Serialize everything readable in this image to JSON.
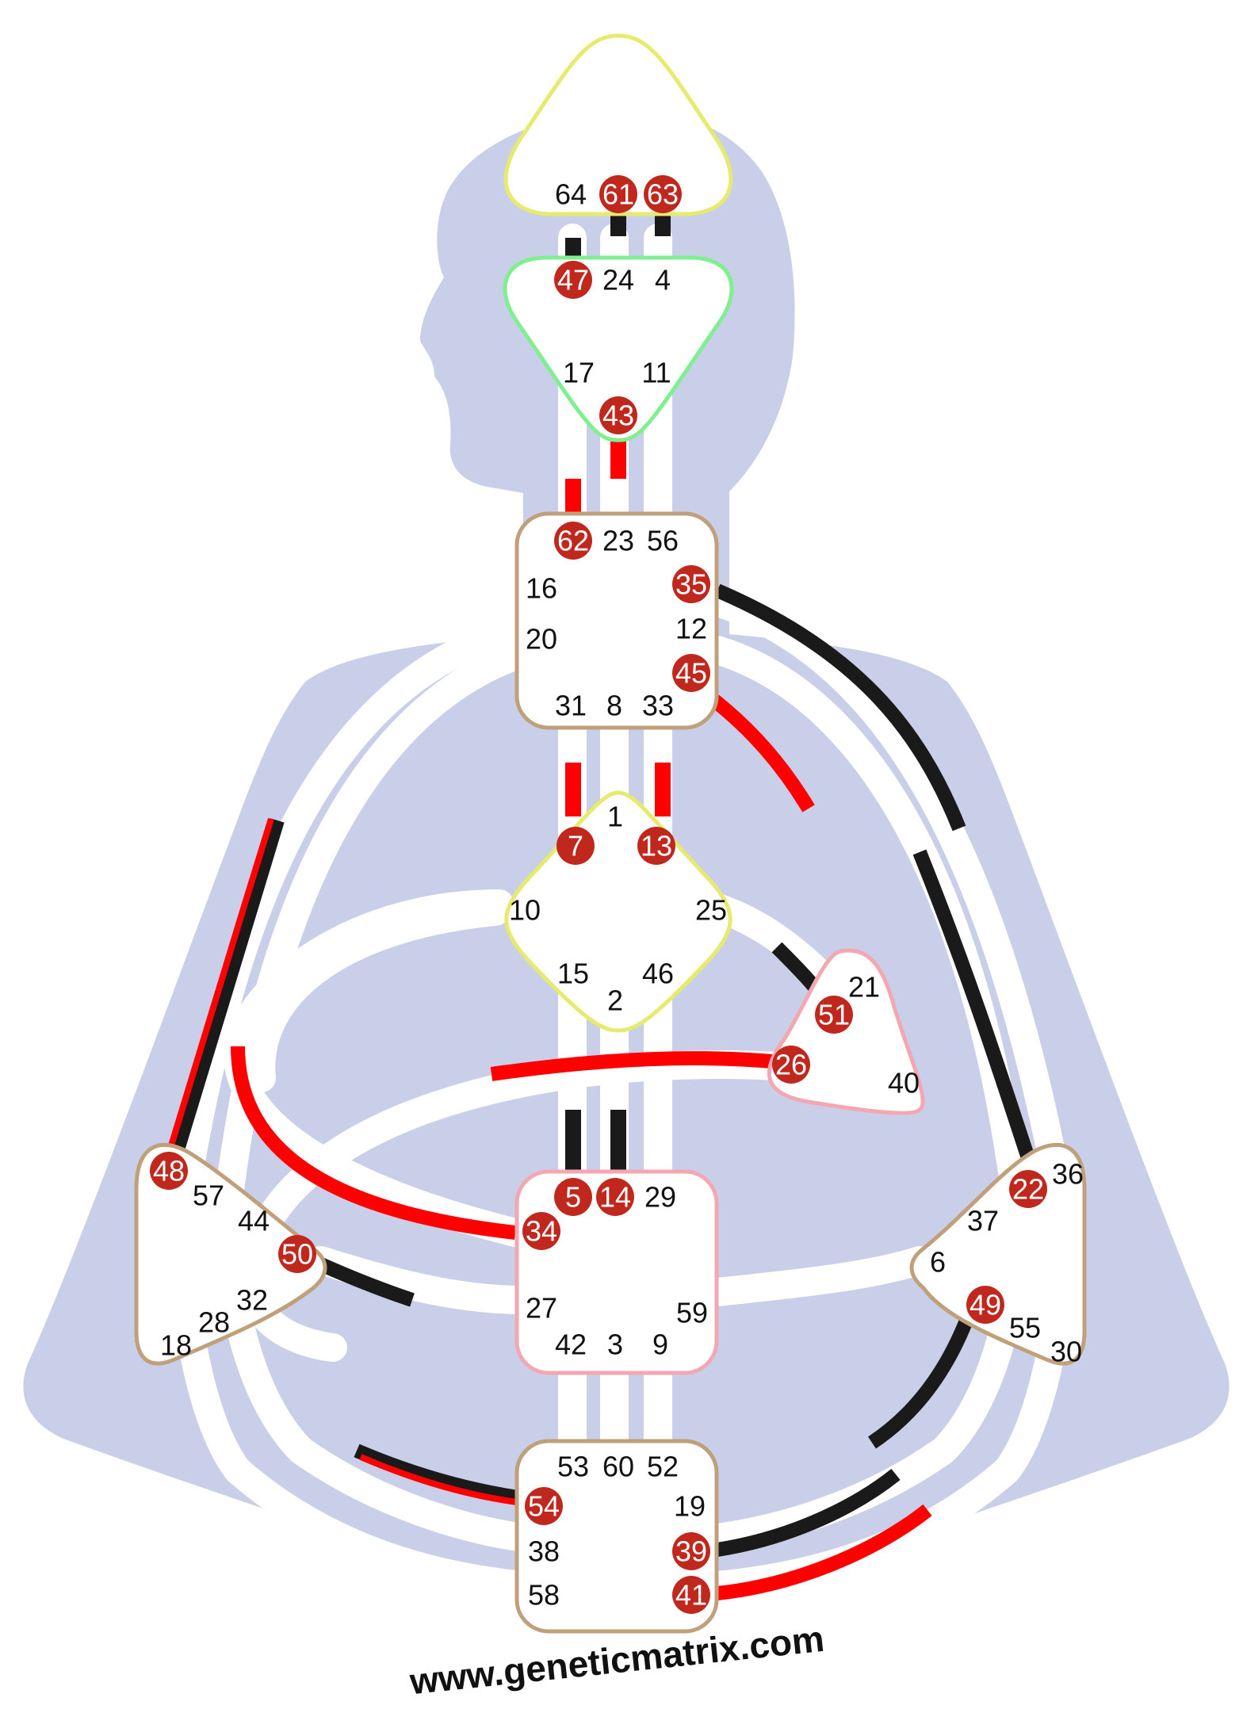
{
  "colors": {
    "background": "#ffffff",
    "body_silhouette": "#c9cfe9",
    "channel_track": "#ffffff",
    "activation_personality": "#1a1a1a",
    "activation_design": "#ff0000",
    "gate_circle": "#c0281e",
    "head_border": "#e6eb6e",
    "ajna_border": "#7fef8f",
    "throat_border": "#c0a07a",
    "g_border": "#e6eb6e",
    "heart_border": "#f4a7b1",
    "sacral_border": "#f4a7b1",
    "spleen_border": "#c0a07a",
    "solar_plexus_border": "#c0a07a",
    "root_border": "#c0a07a"
  },
  "centers": [
    {
      "id": "head",
      "shape": "triangle-up",
      "gates": [
        {
          "num": "64",
          "active": false
        },
        {
          "num": "61",
          "active": true
        },
        {
          "num": "63",
          "active": true
        }
      ]
    },
    {
      "id": "ajna",
      "shape": "triangle-down",
      "gates": [
        {
          "num": "47",
          "active": true
        },
        {
          "num": "24",
          "active": false
        },
        {
          "num": "4",
          "active": false
        },
        {
          "num": "17",
          "active": false
        },
        {
          "num": "11",
          "active": false
        },
        {
          "num": "43",
          "active": true
        }
      ]
    },
    {
      "id": "throat",
      "shape": "square",
      "gates": [
        {
          "num": "62",
          "active": true
        },
        {
          "num": "23",
          "active": false
        },
        {
          "num": "56",
          "active": false
        },
        {
          "num": "16",
          "active": false
        },
        {
          "num": "35",
          "active": true
        },
        {
          "num": "20",
          "active": false
        },
        {
          "num": "12",
          "active": false
        },
        {
          "num": "45",
          "active": true
        },
        {
          "num": "31",
          "active": false
        },
        {
          "num": "8",
          "active": false
        },
        {
          "num": "33",
          "active": false
        }
      ]
    },
    {
      "id": "g",
      "shape": "diamond",
      "gates": [
        {
          "num": "1",
          "active": false
        },
        {
          "num": "7",
          "active": true
        },
        {
          "num": "13",
          "active": true
        },
        {
          "num": "10",
          "active": false
        },
        {
          "num": "25",
          "active": false
        },
        {
          "num": "15",
          "active": false
        },
        {
          "num": "46",
          "active": false
        },
        {
          "num": "2",
          "active": false
        }
      ]
    },
    {
      "id": "heart",
      "shape": "triangle",
      "gates": [
        {
          "num": "21",
          "active": false
        },
        {
          "num": "51",
          "active": true
        },
        {
          "num": "26",
          "active": true
        },
        {
          "num": "40",
          "active": false
        }
      ]
    },
    {
      "id": "sacral",
      "shape": "square",
      "gates": [
        {
          "num": "5",
          "active": true
        },
        {
          "num": "14",
          "active": true
        },
        {
          "num": "29",
          "active": false
        },
        {
          "num": "34",
          "active": true
        },
        {
          "num": "27",
          "active": false
        },
        {
          "num": "59",
          "active": false
        },
        {
          "num": "42",
          "active": false
        },
        {
          "num": "3",
          "active": false
        },
        {
          "num": "9",
          "active": false
        }
      ]
    },
    {
      "id": "spleen",
      "shape": "triangle",
      "gates": [
        {
          "num": "48",
          "active": true
        },
        {
          "num": "57",
          "active": false
        },
        {
          "num": "44",
          "active": false
        },
        {
          "num": "50",
          "active": true
        },
        {
          "num": "32",
          "active": false
        },
        {
          "num": "28",
          "active": false
        },
        {
          "num": "18",
          "active": false
        }
      ]
    },
    {
      "id": "solar-plexus",
      "shape": "triangle",
      "gates": [
        {
          "num": "36",
          "active": false
        },
        {
          "num": "22",
          "active": true
        },
        {
          "num": "37",
          "active": false
        },
        {
          "num": "6",
          "active": false
        },
        {
          "num": "49",
          "active": true
        },
        {
          "num": "55",
          "active": false
        },
        {
          "num": "30",
          "active": false
        }
      ]
    },
    {
      "id": "root",
      "shape": "square",
      "gates": [
        {
          "num": "53",
          "active": false
        },
        {
          "num": "60",
          "active": false
        },
        {
          "num": "52",
          "active": false
        },
        {
          "num": "54",
          "active": true
        },
        {
          "num": "19",
          "active": false
        },
        {
          "num": "38",
          "active": false
        },
        {
          "num": "39",
          "active": true
        },
        {
          "num": "58",
          "active": false
        },
        {
          "num": "41",
          "active": true
        }
      ]
    }
  ],
  "activations": [
    {
      "gate": "61",
      "type": "personality"
    },
    {
      "gate": "63",
      "type": "personality"
    },
    {
      "gate": "47",
      "type": "personality"
    },
    {
      "gate": "43",
      "type": "design"
    },
    {
      "gate": "62",
      "type": "design"
    },
    {
      "gate": "35",
      "type": "personality"
    },
    {
      "gate": "45",
      "type": "design"
    },
    {
      "gate": "7",
      "type": "design"
    },
    {
      "gate": "13",
      "type": "design"
    },
    {
      "gate": "51",
      "type": "personality"
    },
    {
      "gate": "26",
      "type": "design"
    },
    {
      "gate": "5",
      "type": "personality"
    },
    {
      "gate": "14",
      "type": "personality"
    },
    {
      "gate": "34",
      "type": "design"
    },
    {
      "gate": "48",
      "type": "both"
    },
    {
      "gate": "50",
      "type": "personality"
    },
    {
      "gate": "22",
      "type": "personality"
    },
    {
      "gate": "49",
      "type": "personality"
    },
    {
      "gate": "54",
      "type": "both"
    },
    {
      "gate": "39",
      "type": "personality"
    },
    {
      "gate": "41",
      "type": "design"
    }
  ],
  "footer": {
    "url": "www.geneticmatrix.com"
  }
}
